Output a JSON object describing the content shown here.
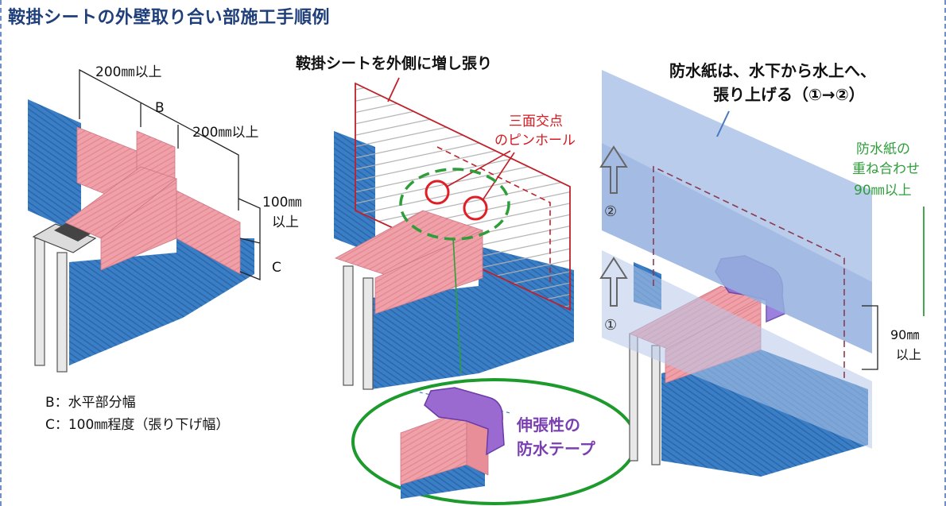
{
  "title": "鞍掛シートの外壁取り合い部施工手順例",
  "left": {
    "dim_top": "200㎜以上",
    "dim_b": "B",
    "dim_mid": "200㎜以上",
    "dim_100_line1": "100㎜",
    "dim_100_line2": "以上",
    "dim_c": "C",
    "legend_b": "B：水平部分幅",
    "legend_c": "C：100㎜程度（張り下げ幅）"
  },
  "middle": {
    "heading": "鞍掛シートを外側に増し張り",
    "pinhole_line1": "三面交点",
    "pinhole_line2": "のピンホール",
    "tape_line1": "伸張性の",
    "tape_line2": "防水テープ"
  },
  "right": {
    "heading_line1": "防水紙は、水下から水上へ、",
    "heading_line2": "張り上げる（①→②）",
    "step1": "①",
    "step2": "②",
    "overlap_line1": "防水紙の",
    "overlap_line2": "重ね合わせ",
    "overlap_line3": "90㎜以上",
    "dim90_line1": "90㎜",
    "dim90_line2": "以上"
  },
  "colors": {
    "title": "#1f3f7a",
    "wall_blue": "#3a7fc6",
    "sheet_pink": "#f0a0a8",
    "red_line": "#c0202a",
    "green": "#2e9e3a",
    "purple": "#7a3fb0",
    "paper_blue": "#9fb8e3"
  }
}
